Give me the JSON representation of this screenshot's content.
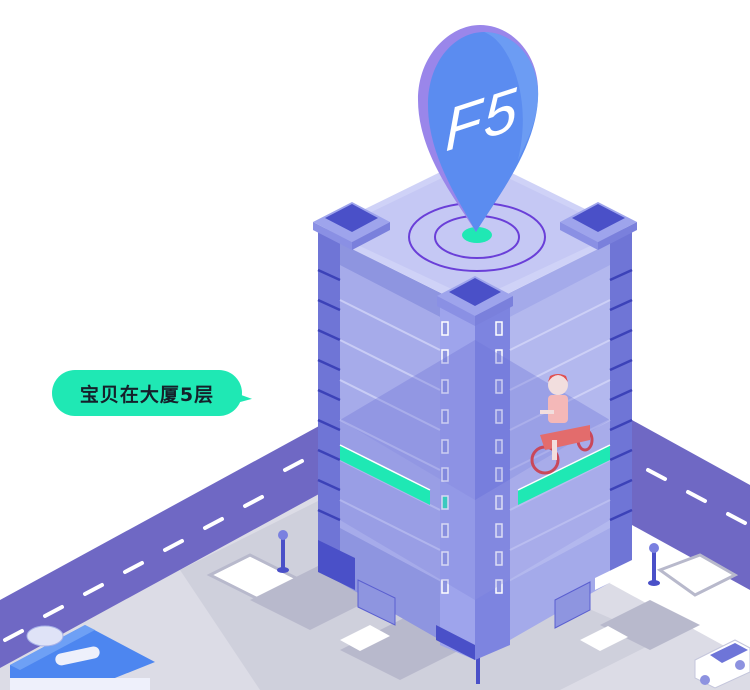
{
  "scene": {
    "description": "Isometric illustration of a glass office building with location pin marking floor 5",
    "colors": {
      "background": "#ffffff",
      "road": "#6f68c4",
      "road_marking": "#ffffff",
      "sidewalk": "#dcdce6",
      "parking": "#b8b9cc",
      "building_glass": "#8e95e0",
      "building_frame": "#5a5fd0",
      "building_roof": "#cfd2f7",
      "accent_green": "#1fe8b4",
      "pin_blue": "#5b8cf0",
      "pin_shadow": "#8f7fe6",
      "shop_roof": "#4d86f0"
    }
  },
  "pin": {
    "label": "F5",
    "icon": "location-pin-icon"
  },
  "bubble": {
    "text": "宝贝在大厦5层",
    "icon": "speech-bubble-icon"
  },
  "highlight": {
    "floor": "5",
    "figure": "child-on-tricycle-icon"
  }
}
